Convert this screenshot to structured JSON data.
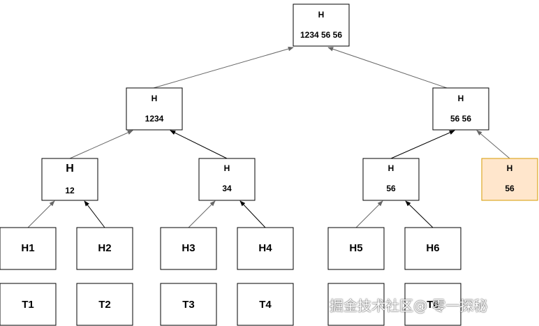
{
  "nodes": {
    "root": {
      "title": "H",
      "value": "1234 56 56"
    },
    "l1_left": {
      "title": "H",
      "value": "1234"
    },
    "l1_right": {
      "title": "H",
      "value": "56 56"
    },
    "l2_12": {
      "title": "H",
      "value": "12"
    },
    "l2_34": {
      "title": "H",
      "value": "34"
    },
    "l2_56a": {
      "title": "H",
      "value": "56"
    },
    "l2_56b": {
      "title": "H",
      "value": "56"
    },
    "h1": {
      "label": "H1"
    },
    "h2": {
      "label": "H2"
    },
    "h3": {
      "label": "H3"
    },
    "h4": {
      "label": "H4"
    },
    "h5": {
      "label": "H5"
    },
    "h6": {
      "label": "H6"
    },
    "t1": {
      "label": "T1"
    },
    "t2": {
      "label": "T2"
    },
    "t3": {
      "label": "T3"
    },
    "t4": {
      "label": "T4"
    },
    "t5": {
      "label": ""
    },
    "t6": {
      "label": "T6"
    }
  },
  "colors": {
    "edge_dark": "#000000",
    "edge_light": "#666666",
    "highlight_fill": "#ffe6cc",
    "highlight_stroke": "#d79b00"
  },
  "watermark": "掘金技术社区@ 零一探秘"
}
